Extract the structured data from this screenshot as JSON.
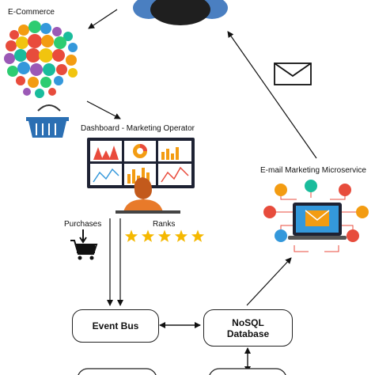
{
  "labels": {
    "ecommerce": "E-Commerce",
    "dashboard": "Dashboard - Marketing Operator",
    "email_service": "E-mail Marketing Microservice",
    "purchases": "Purchases",
    "ranks": "Ranks"
  },
  "nodes": {
    "event_bus": "Event Bus",
    "nosql_line1": "NoSQL",
    "nosql_line2": "Database"
  },
  "colors": {
    "user_blue": "#4a7fc1",
    "user_dark": "#1f1f1f",
    "basket": "#2b6fb3",
    "star": "#f5b800",
    "bulb_palette": [
      "#e94b3c",
      "#f39c12",
      "#2ecc71",
      "#3498db",
      "#9b59b6",
      "#1abc9c",
      "#e74c3c",
      "#f1c40f"
    ]
  },
  "icons": [
    "users-group-icon",
    "bulb-icon",
    "shopping-basket-icon",
    "dashboard-monitor-icon",
    "operator-person-icon",
    "shopping-cart-icon",
    "star-icon",
    "envelope-icon",
    "laptop-email-icon"
  ]
}
